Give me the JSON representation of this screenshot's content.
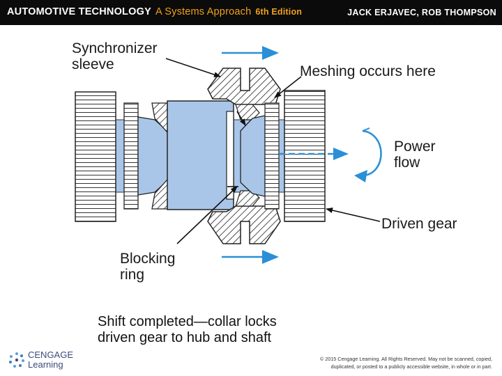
{
  "header": {
    "book_title": "AUTOMOTIVE TECHNOLOGY",
    "book_subtitle": "A Systems Approach",
    "edition": "6th Edition",
    "authors": "JACK ERJAVEC, ROB THOMPSON"
  },
  "labels": {
    "synchronizer_line1": "Synchronizer",
    "synchronizer_line2": "sleeve",
    "meshing": "Meshing occurs here",
    "power_line1": "Power",
    "power_line2": "flow",
    "driven_gear": "Driven gear",
    "blocking_line1": "Blocking",
    "blocking_line2": "ring"
  },
  "caption": {
    "line1": "Shift completed—collar locks",
    "line2": "driven gear to hub and shaft"
  },
  "footer": {
    "logo_line1": "CENGAGE",
    "logo_line2": "Learning",
    "copyright_line1": "© 2015 Cengage Learning. All Rights Reserved. May not be scanned, copied,",
    "copyright_line2": "duplicated, or posted to a publicly accessible website, in whole or in part."
  },
  "colors": {
    "part_fill": "#a9c6e8",
    "arrow_blue": "#2a8fd6",
    "header_bg": "#0b0b0b",
    "accent_orange": "#f0a21b"
  }
}
